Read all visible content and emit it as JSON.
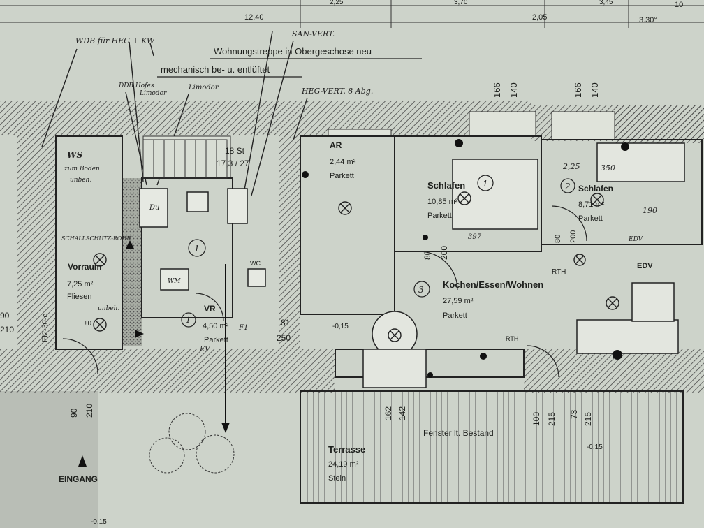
{
  "header_notes": {
    "stair_note": "Wohnungstreppe in Obergeschose neu",
    "ventilation_note": "mechanisch be- u. entlüftet"
  },
  "top_dimensions": [
    "12.40",
    "2,05",
    "3.30°",
    "2,25",
    "3,70",
    "3,45",
    "10"
  ],
  "handwritten": {
    "wdb": "WDB für HEG + KW",
    "san_vert": "SAN-VERT.",
    "heg_vert": "HEG-VERT. 8 Abg.",
    "ddb": "DDB Hofes",
    "limodor_1": "Limodor",
    "limodor_2": "Limodor",
    "ws": "WS",
    "ws_sub_1": "zum Boden",
    "ws_sub_2": "unbeh.",
    "schallschutz": "SCHALLSCHUTZ-ROHR",
    "du": "Du",
    "wm": "WM",
    "wc": "WC",
    "ev": "EV",
    "f1": "F1",
    "edv": "EDV",
    "edv_2": "EDV",
    "rth": "RTH",
    "rth_2": "RTH",
    "fliesen_unbeh": "unbeh."
  },
  "rooms": {
    "vorraum": {
      "name": "Vorraum",
      "area": "7,25 m²",
      "floor": "Fliesen",
      "number": "1"
    },
    "vr": {
      "name": "VR",
      "area": "4,50 m²",
      "floor": "Parkett",
      "number": "1"
    },
    "ar": {
      "name": "AR",
      "area": "2,44 m²",
      "floor": "Parkett"
    },
    "schlafen1": {
      "name": "Schlafen",
      "area": "10,85 m²",
      "floor": "Parkett",
      "number": "1"
    },
    "schlafen2": {
      "name": "Schlafen",
      "area": "8,71 m²",
      "floor": "Parkett",
      "number": "2"
    },
    "kochen": {
      "name": "Kochen/Essen/Wohnen",
      "area": "27,59 m²",
      "floor": "Parkett",
      "number": "3"
    },
    "terrasse": {
      "name": "Terrasse",
      "area": "24,19 m²",
      "floor": "Stein"
    }
  },
  "stairs": {
    "steps": "18 St",
    "dims": "17,3 / 27"
  },
  "dimension_labels": {
    "d166a": "166",
    "d140a": "140",
    "d166b": "166",
    "d140b": "140",
    "d90_left": "90",
    "d210_left": "210",
    "d90_bottom": "90",
    "d210_bottom": "210",
    "d80": "80",
    "d200": "200",
    "d200b": "200",
    "d80b": "80",
    "d81": "81",
    "d250": "250",
    "d162": "162",
    "d142": "142",
    "d100": "100",
    "d215": "215",
    "d73": "73",
    "d215b": "215",
    "lvl1": "-0,15",
    "lvl2": "±0",
    "lvl3": "-0,15",
    "lvl4": "-0,15",
    "ei": "Ei2-30-c",
    "d225": "2,25",
    "d350": "350",
    "d190": "190",
    "d397": "397"
  },
  "window_note": "Fenster lt. Bestand",
  "entrance": "EINGANG"
}
